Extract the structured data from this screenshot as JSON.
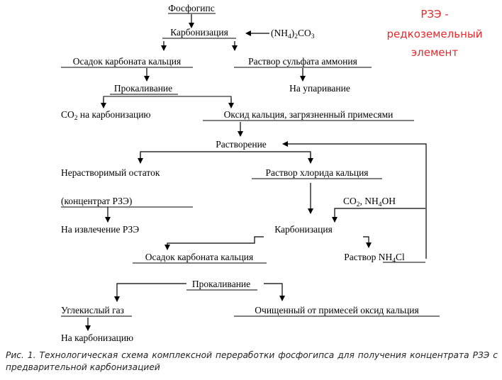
{
  "note": {
    "lines": [
      "РЗЭ -",
      "редкоземельный",
      "элемент"
    ],
    "color": "#e8282a"
  },
  "nodes": {
    "phosphogypsum": "Фосфогипс",
    "carbonization_1": "Карбонизация",
    "reagent_nh4_co3": {
      "pre": "(NH",
      "sub1": "4",
      "mid": ")",
      "sub2": "2",
      "post": "CO",
      "sub3": "3"
    },
    "calcium_carbonate_precipitate_1": "Осадок карбоната кальция",
    "ammonium_sulfate_solution": "Раствор сульфата аммония",
    "calcination_1": "Прокаливание",
    "to_evaporation": "На упаривание",
    "co2_to_carbonization": {
      "pre": "CO",
      "sub": "2",
      "post": " на карбонизацию"
    },
    "contaminated_calcium_oxide": "Оксид кальция, загрязненный примесями",
    "dissolution": "Растворение",
    "insoluble_residue": "Нерастворимый остаток",
    "calcium_chloride_solution": "Раствор хлорида кальция",
    "ree_concentrate": "(концентрат РЗЭ)",
    "co2_nh4oh": {
      "pre": "CO",
      "sub1": "2",
      "mid": ", NH",
      "sub2": "4",
      "post": "OH"
    },
    "to_ree_extraction": "На извлечение РЗЭ",
    "carbonization_2": "Карбонизация",
    "calcium_carbonate_precipitate_2": "Осадок карбоната кальция",
    "nh4cl_solution": {
      "pre": "Раствор NH",
      "sub": "4",
      "post": "Cl"
    },
    "calcination_2": "Прокаливание",
    "carbon_dioxide": "Углекислый газ",
    "purified_calcium_oxide": "Очищенный от примесей оксид кальция",
    "to_carbonization": "На карбонизацию"
  },
  "caption": "Рис. 1. Технологическая схема комплексной переработки фосфогипса для получения концентрата РЗЭ с предварительной карбонизацией"
}
